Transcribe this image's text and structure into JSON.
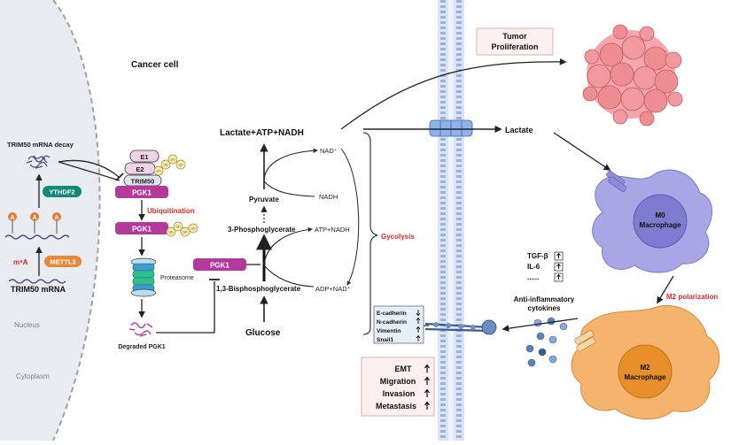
{
  "labels": {
    "cancer_cell": "Cancer cell",
    "nucleus": "Nucleus",
    "cytoplasm": "Cytoplasm",
    "mrna_decay": "TRIM50 mRNA decay",
    "ythdf2": "YTHDF2",
    "m6a": "m⁶A",
    "mettl3": "METTL3",
    "trim50_mrna": "TRIM50 mRNA",
    "a_mark": "A",
    "e1": "E1",
    "e2": "E2",
    "trim50": "TRIM50",
    "ub": "Ub",
    "pgk1": "PGK1",
    "ubiquitination": "Ubiquitination",
    "proteasome": "Proteasome",
    "degraded_pgk1": "Degraded PGK1",
    "lactate_atp_nadh": "Lactate+ATP+NADH",
    "nad_plus": "NAD⁺",
    "pyruvate": "Pyruvate",
    "nadh": "NADH",
    "three_pg": "3-Phosphoglycerate",
    "atp_nadh": "ATP+NADH",
    "bpg": "1,3-Bisphosphoglycerate",
    "adp_nad": "ADP+NAD⁺",
    "glucose": "Glucose",
    "gycolysis": "Gycolysis",
    "tumor_prolif": [
      "Tumor",
      "Proliferation"
    ],
    "lactate": "Lactate",
    "m0": [
      "M0",
      "Macrophage"
    ],
    "m2_polarization": "M2 polarization",
    "cytokine_list": [
      "TGF-β",
      "IL-6",
      "......"
    ],
    "anti_inflam": [
      "Anti-inflammatory",
      "cytokines"
    ],
    "markers": [
      "E-cadherin",
      "N-cadherin",
      "Vimentin",
      "Snail1"
    ],
    "emt": [
      "EMT",
      "Migration",
      "Invasion",
      "Metastasis"
    ],
    "m2": [
      "M2",
      "Macrophage"
    ]
  },
  "colors": {
    "pgk1": "#b5399a",
    "ythdf2": "#12897a",
    "mettl3": "#e8883a",
    "highlight_text": "#d62828",
    "m0_cell": "#a9a6e6",
    "m2_cell": "#f4b46e",
    "tumor": "#ef8e92",
    "membrane": "#b9c8ec"
  }
}
